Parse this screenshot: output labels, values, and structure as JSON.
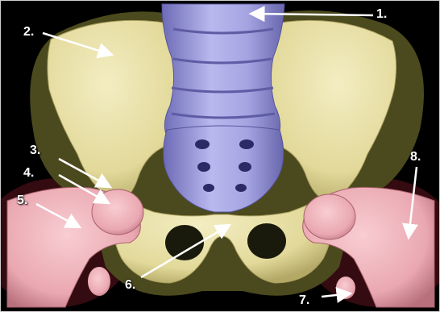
{
  "figure": {
    "labels": [
      {
        "id": "1",
        "text": "1."
      },
      {
        "id": "2",
        "text": "2."
      },
      {
        "id": "3",
        "text": "3."
      },
      {
        "id": "4",
        "text": "4."
      },
      {
        "id": "5",
        "text": "5."
      },
      {
        "id": "6",
        "text": "6."
      },
      {
        "id": "7",
        "text": "7."
      },
      {
        "id": "8",
        "text": "8."
      }
    ]
  },
  "colors": {
    "background": "#000000",
    "bone": "#e8e0a4",
    "bone_shadow": "#b8ac6a",
    "spine": "#a9a8e6",
    "spine_shadow": "#6a68b0",
    "femur": "#f0b4bc",
    "femur_shadow": "#c87f8c",
    "arrow": "#ffffff"
  }
}
